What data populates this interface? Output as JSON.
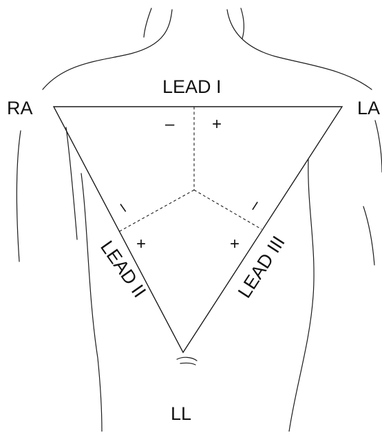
{
  "electrodes": {
    "right_arm": "RA",
    "left_arm": "LA",
    "left_leg": "LL"
  },
  "leads": {
    "lead_1": "LEAD I",
    "lead_2": "LEAD II",
    "lead_3": "LEAD III"
  },
  "signs": {
    "lead_1_negative": "–",
    "lead_1_positive": "+",
    "lead_2_negative": "–",
    "lead_2_positive": "+",
    "lead_3_negative": "–",
    "lead_3_positive": "+"
  }
}
